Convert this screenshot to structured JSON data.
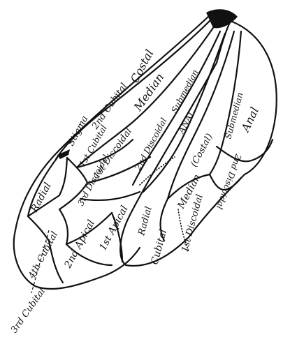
{
  "labels": {
    "costal": "Costal",
    "median_top": "Median",
    "submedian_top": "Submedian",
    "anal_fore": "ANAL",
    "stigma": "Stigma",
    "cubital_2nd": "2nd Cubital",
    "cubital_1st": "1st Cubital",
    "discoidal_1st_fore": "1st Discoidal",
    "discoidal_2nd_fore": "2nd Discoidal",
    "discoidal_3rd": "3rd Discoidal",
    "radial_fore": "Radial",
    "cubital_4th": "4th Cubital",
    "apical_2nd": "2nd Apical",
    "apical_1st": "1st Apical",
    "cubital_3rd": "3rd Cubital",
    "costal_hind": "(Costal)",
    "median_hind": "Median",
    "submedian_hind": "Submedian",
    "anal_hind": "Anal",
    "discoidal_2nd_hind": "2nd Discoidal",
    "radial_hind": "Radial",
    "cubital_hind": "Cubital",
    "discoidal_1st_hind": "1st Discoidal"
  }
}
